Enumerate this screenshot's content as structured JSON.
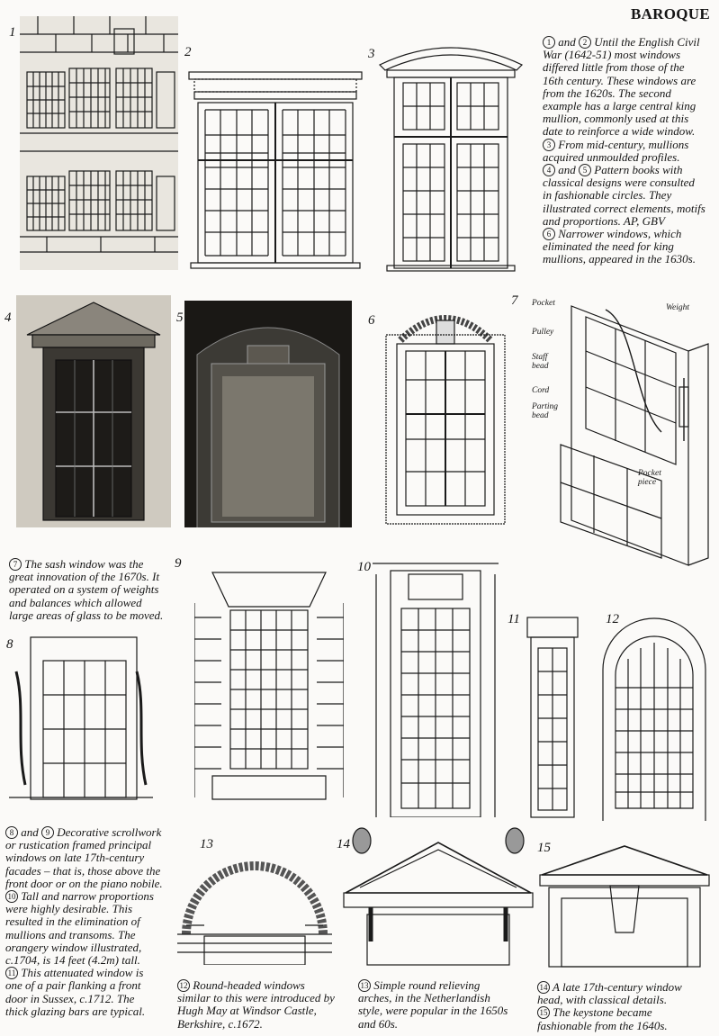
{
  "header": {
    "section": "BAROQUE"
  },
  "figure_numbers": [
    "1",
    "2",
    "3",
    "4",
    "5",
    "6",
    "7",
    "8",
    "9",
    "10",
    "11",
    "12",
    "13",
    "14",
    "15"
  ],
  "diagram_labels": {
    "pocket": "Pocket",
    "pulley": "Pulley",
    "staff_bead": "Staff bead",
    "cord": "Cord",
    "parting_bead": "Parting bead",
    "weight": "Weight",
    "pocket_piece": "Pocket piece"
  },
  "captions": {
    "c1_2": [
      {
        "n1": "1",
        "mid": "and",
        "n2": "2",
        "text": "Until the English Civil"
      },
      {
        "text": "War (1642-51) most windows"
      },
      {
        "text": "differed little from those of the"
      },
      {
        "text": "16th century. These windows are"
      },
      {
        "text": "from the 1620s. The second"
      },
      {
        "text": "example has a large central king"
      },
      {
        "text": "mullion, commonly used at this"
      },
      {
        "text": "date to reinforce a wide window."
      },
      {
        "n1": "3",
        "text": "From mid-century, mullions"
      },
      {
        "text": "acquired unmoulded profiles."
      },
      {
        "n1": "4",
        "mid": "and",
        "n2": "5",
        "text": "Pattern books with"
      },
      {
        "text": "classical designs were consulted"
      },
      {
        "text": "in fashionable circles. They"
      },
      {
        "text": "illustrated correct elements, motifs"
      },
      {
        "text": "and proportions. AP, GBV"
      },
      {
        "n1": "6",
        "text": "Narrower windows, which"
      },
      {
        "text": "eliminated the need for king"
      },
      {
        "text": "mullions, appeared in the 1630s."
      }
    ],
    "c7": [
      {
        "n1": "7",
        "text": "The sash window was the"
      },
      {
        "text": "great innovation of the 1670s. It"
      },
      {
        "text": "operated on a system of weights"
      },
      {
        "text": "and balances which allowed"
      },
      {
        "text": "large areas of glass to be moved."
      }
    ],
    "c8_11": [
      {
        "n1": "8",
        "mid": "and",
        "n2": "9",
        "text": "Decorative scrollwork"
      },
      {
        "text": "or rustication framed principal"
      },
      {
        "text": "windows on late 17th-century"
      },
      {
        "text": "facades – that is, those above the"
      },
      {
        "text": "front door or on the piano nobile."
      },
      {
        "n1": "10",
        "text": "Tall and narrow proportions"
      },
      {
        "text": "were highly desirable. This"
      },
      {
        "text": "resulted in the elimination of"
      },
      {
        "text": "mullions and transoms. The"
      },
      {
        "text": "orangery window illustrated,"
      },
      {
        "text": "c.1704, is 14 feet (4.2m) tall."
      },
      {
        "n1": "11",
        "text": "This attenuated window is"
      },
      {
        "text": "one of a pair flanking a front"
      },
      {
        "text": "door in Sussex, c.1712. The"
      },
      {
        "text": "thick glazing bars are typical."
      }
    ],
    "c12": [
      {
        "n1": "12",
        "text": "Round-headed windows"
      },
      {
        "text": "similar to this were introduced by"
      },
      {
        "text": "Hugh May at Windsor Castle,"
      },
      {
        "text": "Berkshire, c.1672."
      }
    ],
    "c13": [
      {
        "n1": "13",
        "text": "Simple round relieving"
      },
      {
        "text": "arches, in the Netherlandish"
      },
      {
        "text": "style, were popular in the 1650s"
      },
      {
        "text": "and 60s."
      }
    ],
    "c14_15": [
      {
        "n1": "14",
        "text": "A late 17th-century window"
      },
      {
        "text": "head, with classical details."
      },
      {
        "n1": "15",
        "text": "The keystone became"
      },
      {
        "text": "fashionable from the 1640s."
      }
    ]
  }
}
